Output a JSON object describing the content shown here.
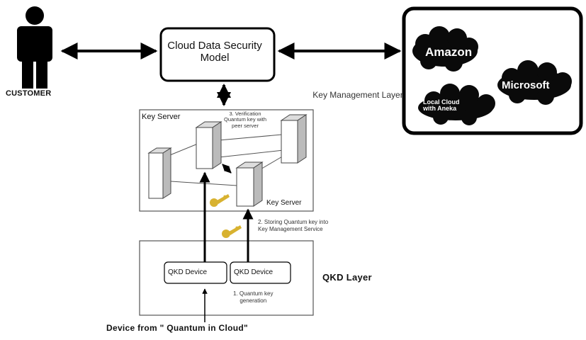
{
  "customer": {
    "label": "CUSTOMER"
  },
  "security_model": {
    "label": "Cloud Data Security Model"
  },
  "key_management_layer": {
    "label": "Key Management Layer"
  },
  "clouds": {
    "amazon": "Amazon",
    "microsoft": "Microsoft",
    "local_line1": "Local Cloud",
    "local_line2": "with Aneka"
  },
  "key_server_area": {
    "title": "Key Server",
    "verification_line1": "3. Verification",
    "verification_line2": "Quantum key with",
    "verification_line3": "peer server",
    "server_label": "Key Server",
    "storing_line1": "2. Storing Quantum key into",
    "storing_line2": "Key Management Service"
  },
  "qkd": {
    "device1": "QKD Device",
    "device2": "QKD Device",
    "layer_label": "QKD Layer",
    "generation_line1": "1.  Quantum key",
    "generation_line2": "generation"
  },
  "device_source": {
    "label": "Device from \" Quantum in Cloud\""
  },
  "colors": {
    "line": "#000000",
    "cloud": "#0a0a0a",
    "key": "#d8b230",
    "server": "#ffffff"
  }
}
